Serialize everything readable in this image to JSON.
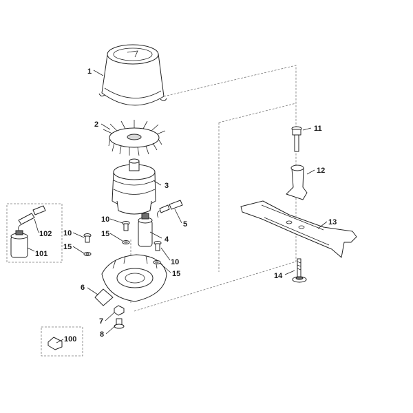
{
  "diagram": {
    "type": "exploded-parts-diagram",
    "background": "#ffffff",
    "line_color": "#222222",
    "callouts": [
      {
        "id": "1",
        "text": "1"
      },
      {
        "id": "2",
        "text": "2"
      },
      {
        "id": "3",
        "text": "3"
      },
      {
        "id": "4",
        "text": "4"
      },
      {
        "id": "5",
        "text": "5"
      },
      {
        "id": "6",
        "text": "6"
      },
      {
        "id": "7",
        "text": "7"
      },
      {
        "id": "8",
        "text": "8"
      },
      {
        "id": "10a",
        "text": "10"
      },
      {
        "id": "10b",
        "text": "10"
      },
      {
        "id": "10c",
        "text": "10"
      },
      {
        "id": "11",
        "text": "11"
      },
      {
        "id": "12",
        "text": "12"
      },
      {
        "id": "13",
        "text": "13"
      },
      {
        "id": "14",
        "text": "14"
      },
      {
        "id": "15a",
        "text": "15"
      },
      {
        "id": "15b",
        "text": "15"
      },
      {
        "id": "15c",
        "text": "15"
      },
      {
        "id": "100",
        "text": "100"
      },
      {
        "id": "101",
        "text": "101"
      },
      {
        "id": "102",
        "text": "102"
      }
    ]
  }
}
